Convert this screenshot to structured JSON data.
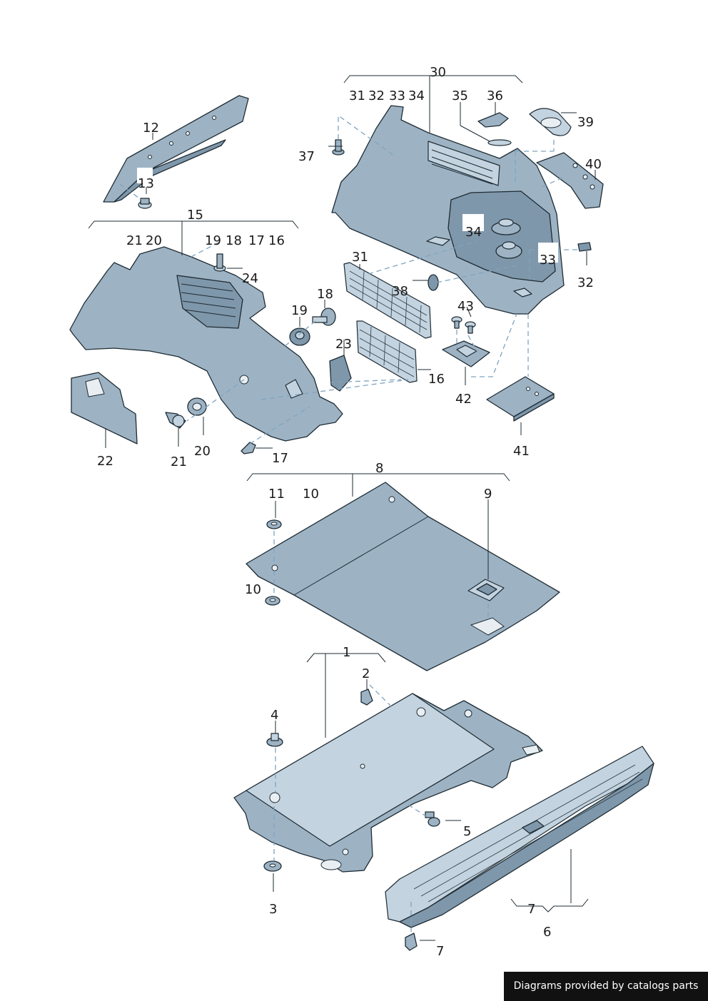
{
  "diagram": {
    "callouts": {
      "c1": "1",
      "c2": "2",
      "c3": "3",
      "c4": "4",
      "c5": "5",
      "c6": "6",
      "c7a": "7",
      "c7b": "7",
      "c8": "8",
      "c9": "9",
      "c10a": "10",
      "c10b": "10",
      "c11": "11",
      "c12": "12",
      "c13": "13",
      "c15": "15",
      "c16a": "16",
      "c16b": "16",
      "c17a": "17",
      "c17b": "17",
      "c18a": "18",
      "c18b": "18",
      "c19a": "19",
      "c19b": "19",
      "c20a": "20",
      "c20b": "20",
      "c21a": "21",
      "c21b": "21",
      "c22": "22",
      "c23": "23",
      "c24": "24",
      "c30": "30",
      "c31a": "31",
      "c31b": "31",
      "c32a": "32",
      "c32b": "32",
      "c33a": "33",
      "c33b": "33",
      "c34a": "34",
      "c34b": "34",
      "c35": "35",
      "c36": "36",
      "c37": "37",
      "c38": "38",
      "c39": "39",
      "c40": "40",
      "c41": "41",
      "c42": "42",
      "c43": "43"
    }
  },
  "footer": {
    "text": "Diagrams provided by catalogs parts"
  }
}
